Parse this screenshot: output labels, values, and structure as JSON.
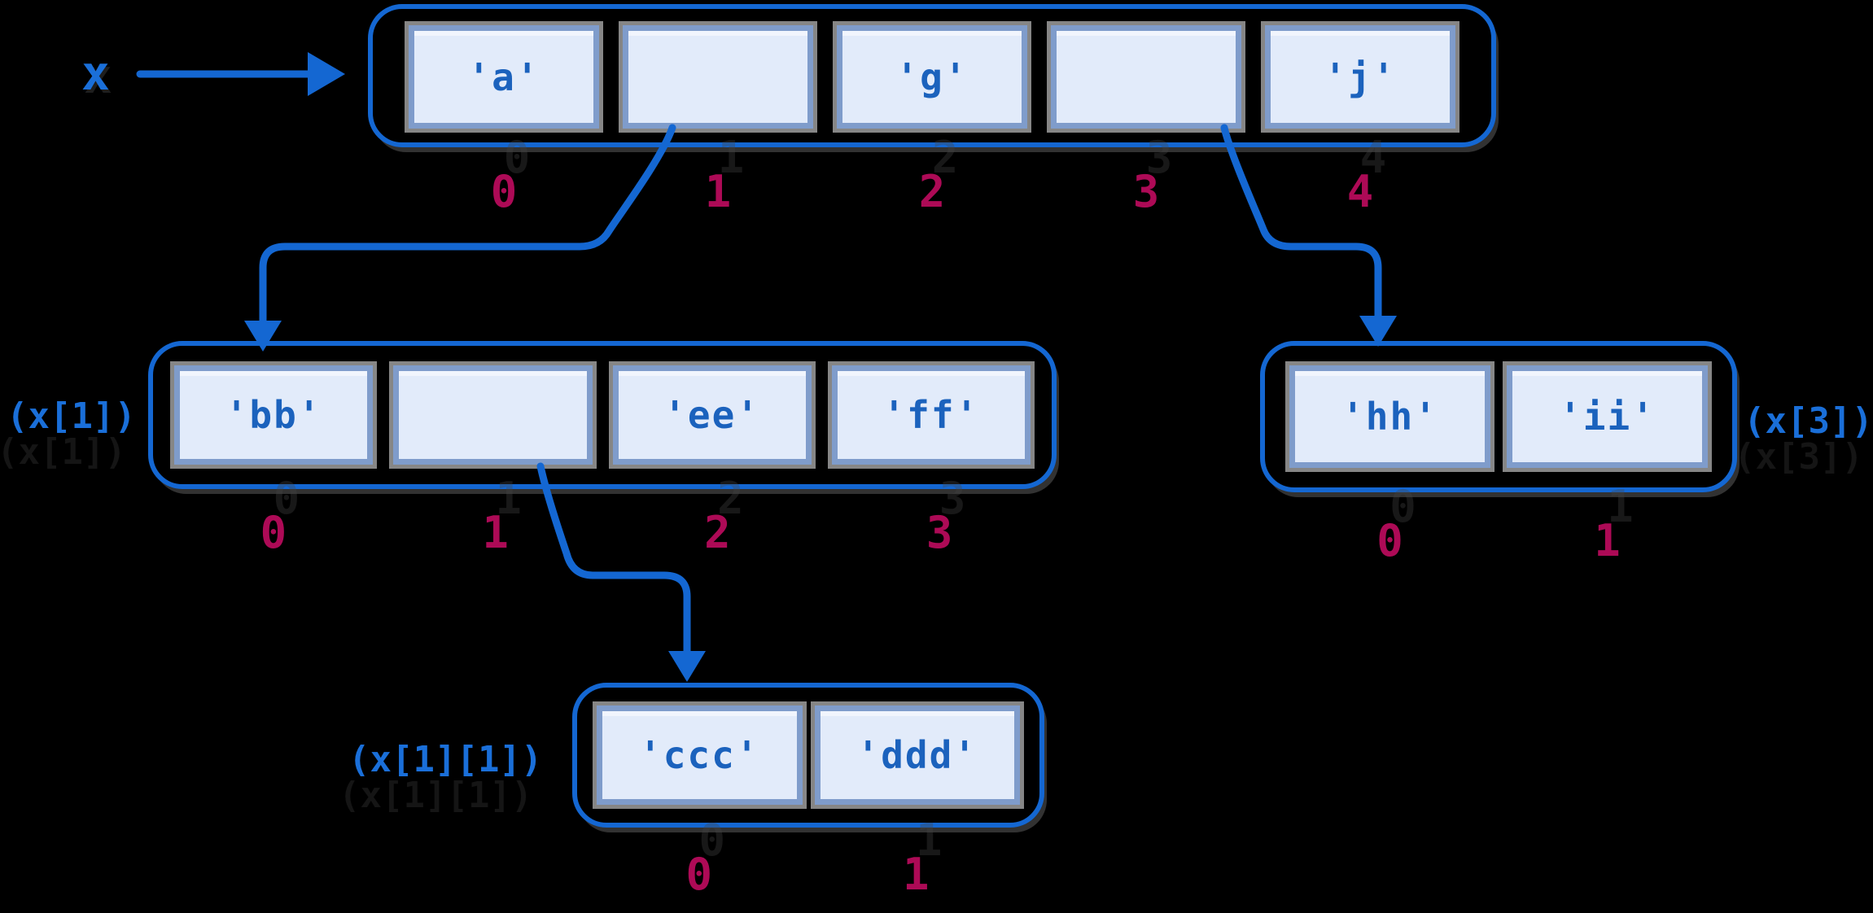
{
  "diagram": {
    "variable_label": "x",
    "lists": {
      "top": {
        "cells": [
          "'a'",
          "",
          "'g'",
          "",
          "'j'"
        ],
        "indices": [
          "0",
          "1",
          "2",
          "3",
          "4"
        ]
      },
      "x1": {
        "label": "(x[1])",
        "cells": [
          "'bb'",
          "",
          "'ee'",
          "'ff'"
        ],
        "indices": [
          "0",
          "1",
          "2",
          "3"
        ]
      },
      "x3": {
        "label": "(x[3])",
        "cells": [
          "'hh'",
          "'ii'"
        ],
        "indices": [
          "0",
          "1"
        ]
      },
      "x11": {
        "label": "(x[1][1])",
        "cells": [
          "'ccc'",
          "'ddd'"
        ],
        "indices": [
          "0",
          "1"
        ]
      }
    },
    "colors": {
      "background": "#000000",
      "arrow_blue": "#1467d2",
      "cell_fill": "#e2ebfa",
      "cell_border": "#7f9ccb",
      "cell_frame_gray": "#868686",
      "value_text_blue": "#1b62bd",
      "index_crimson": "#ad0a56",
      "label_blue": "#1a6fd9"
    }
  }
}
